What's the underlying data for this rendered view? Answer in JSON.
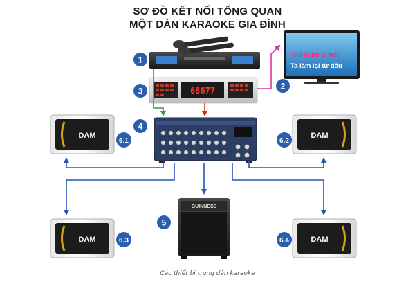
{
  "header": {
    "title_line1": "SƠ ĐỒ KẾT NỐI TỔNG QUAN",
    "title_line2": "MỘT DÀN KARAOKE GIA ĐÌNH"
  },
  "tv": {
    "line1": "Thà là bỏ đi hết",
    "line2": "Ta làm lại từ đầu"
  },
  "labels": {
    "mic_receiver": "1",
    "tv": "2",
    "karaoke_player": "3",
    "mixer_amp": "4",
    "subwoofer": "5",
    "speaker_top_left": "6.1",
    "speaker_top_right": "6.2",
    "speaker_bottom_left": "6.3",
    "speaker_bottom_right": "6.4"
  },
  "speaker_brand": "DAM",
  "subwoofer_brand": "GUINNESS",
  "player_display": "68677",
  "caption": "Các thiết bị trong dàn karaoke",
  "colors": {
    "badge": "#2b5fad",
    "arrow_blue": "#2456b8",
    "arrow_green": "#3a9a3a",
    "arrow_red": "#d02a1a",
    "arrow_pink": "#e0309a"
  }
}
